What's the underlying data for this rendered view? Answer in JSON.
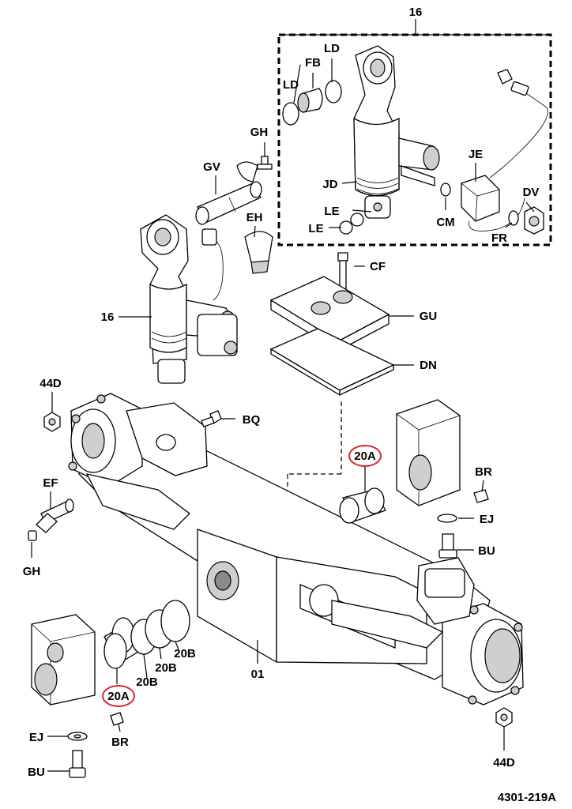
{
  "labels": {
    "group_16_top": "16",
    "LD_a": "LD",
    "FB": "FB",
    "LD_b": "LD",
    "JD": "JD",
    "JE": "JE",
    "DV": "DV",
    "LE_a": "LE",
    "LE_b": "LE",
    "CM": "CM",
    "FR": "FR",
    "GH_top": "GH",
    "GV": "GV",
    "EH": "EH",
    "CF": "CF",
    "GU": "GU",
    "DN": "DN",
    "group_16_left": "16",
    "44D_left": "44D",
    "BQ": "BQ",
    "20A_right": "20A",
    "EF": "EF",
    "BR_right": "BR",
    "EJ_right": "EJ",
    "GH_bottom": "GH",
    "BU_right": "BU",
    "20B_a": "20B",
    "20B_b": "20B",
    "20B_c": "20B",
    "01": "01",
    "20A_left": "20A",
    "EJ_left": "EJ",
    "BR_left": "BR",
    "BU_left": "BU",
    "44D_bottom": "44D",
    "figure_id": "4301-219A"
  },
  "highlight_color": "#d9262b"
}
